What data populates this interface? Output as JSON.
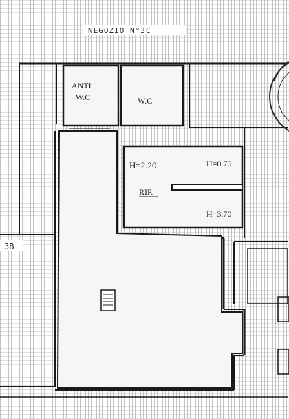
{
  "labels": {
    "neighbor_top": "NEGOZIO N°3C",
    "anti_wc_line1": "ANTI",
    "anti_wc_line2": "W.C",
    "wc": "W.C",
    "height_left": "H=2.20",
    "height_right": "H=0.70",
    "storage": "RIP.",
    "height_lower": "H=3.70",
    "neighbor_left": "3B"
  },
  "colors": {
    "paper": "#ffffff",
    "grid": "#8a8a8a",
    "wall": "#1a1a1a",
    "room_fill": "#f6f6f6",
    "ink": "#1a1a1a"
  },
  "icons": {
    "stair": "stair-icon",
    "stamp": "seal-stamp"
  }
}
